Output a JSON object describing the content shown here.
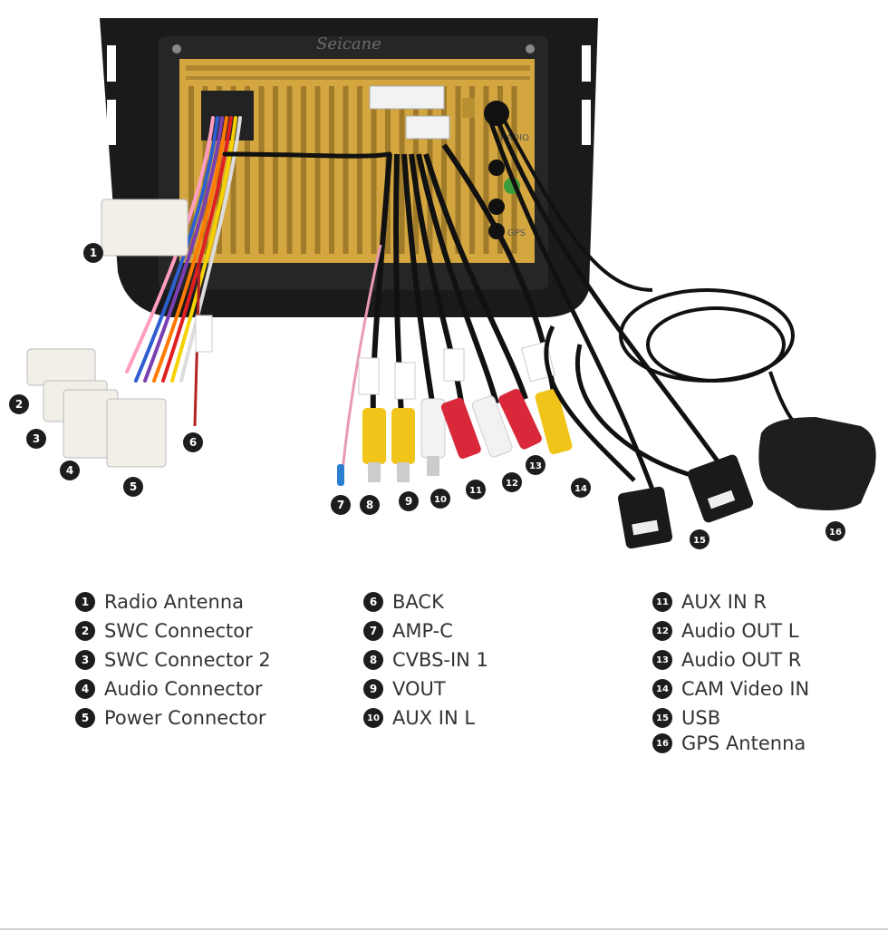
{
  "brand": "Seicane",
  "device_labels": {
    "radio": "RADIO",
    "gps": "GPS"
  },
  "callouts": [
    "1",
    "2",
    "3",
    "4",
    "5",
    "6",
    "7",
    "8",
    "9",
    "10",
    "11",
    "12",
    "13",
    "14",
    "15",
    "16"
  ],
  "legend": [
    [
      {
        "num": "1",
        "label": "Radio Antenna"
      },
      {
        "num": "2",
        "label": "SWC Connector"
      },
      {
        "num": "3",
        "label": "SWC Connector 2"
      },
      {
        "num": "4",
        "label": "Audio Connector"
      },
      {
        "num": "5",
        "label": "Power Connector"
      }
    ],
    [
      {
        "num": "6",
        "label": "BACK"
      },
      {
        "num": "7",
        "label": "AMP-C"
      },
      {
        "num": "8",
        "label": "CVBS-IN 1"
      },
      {
        "num": "9",
        "label": "VOUT"
      },
      {
        "num": "10",
        "label": "AUX IN L"
      }
    ],
    [
      {
        "num": "11",
        "label": "AUX IN R"
      },
      {
        "num": "12",
        "label": "Audio OUT L"
      },
      {
        "num": "13",
        "label": "Audio OUT R"
      },
      {
        "num": "14",
        "label": "CAM Video IN"
      },
      {
        "num": "15",
        "label": "USB"
      },
      {
        "num": "16",
        "label": "GPS Antenna"
      }
    ]
  ],
  "colors": {
    "bezel": "#1a1a1a",
    "chassis": "#d4a640",
    "rca_yellow": "#f0c419",
    "rca_white": "#f2f2f2",
    "rca_red": "#d8283a",
    "cable": "#111111"
  }
}
